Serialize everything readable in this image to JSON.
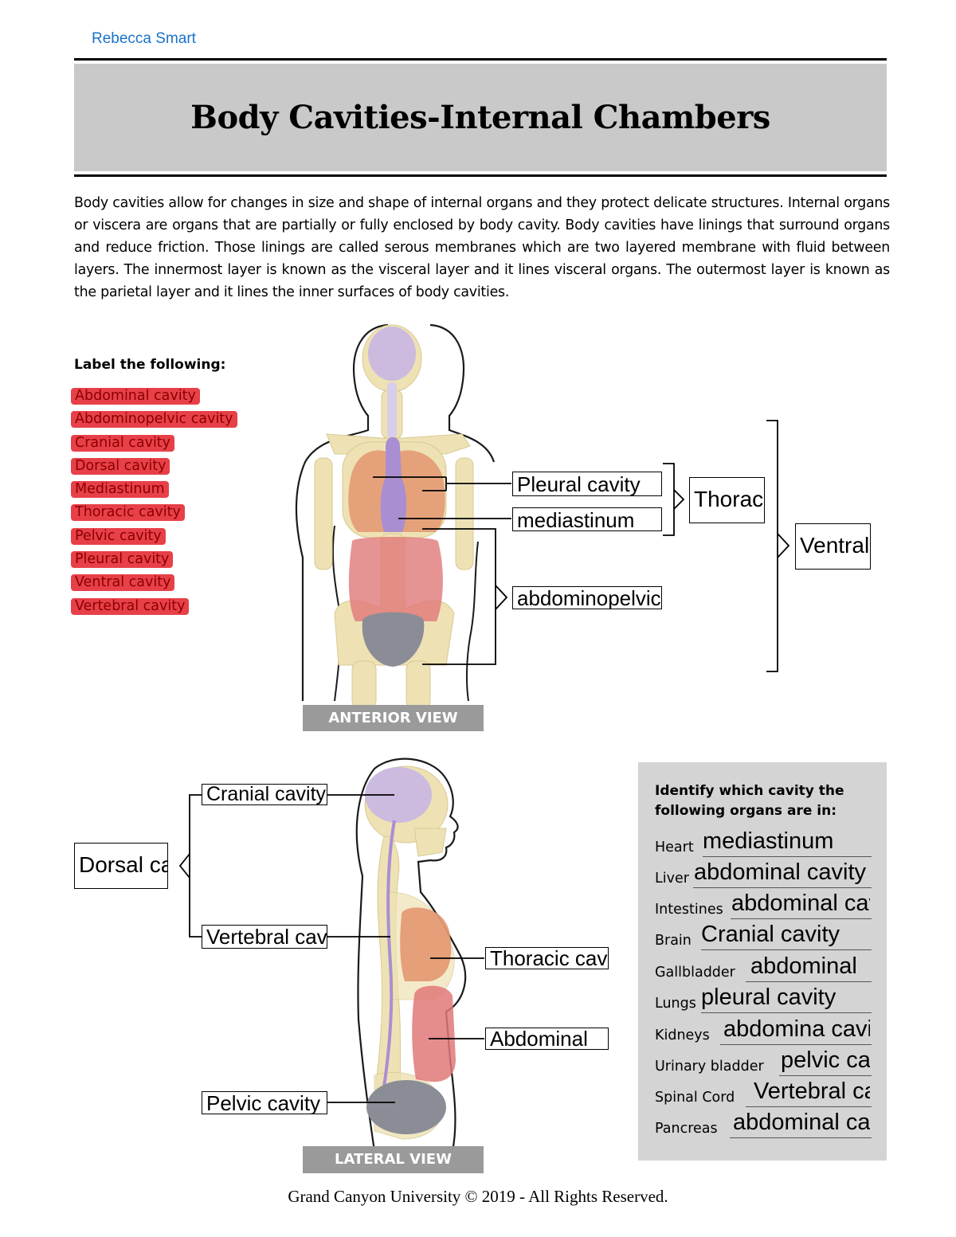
{
  "header": {
    "author": "Rebecca Smart",
    "title": "Body Cavities-Internal Chambers"
  },
  "intro": "Body cavities allow for changes in size and shape of internal organs and they protect delicate structures. Internal organs or viscera are organs that are partially or fully enclosed by body cavity. Body cavities have linings that surround organs and reduce friction. Those linings are called serous membranes which are two layered membrane with fluid between layers. The innermost layer is known as the visceral layer and it lines visceral organs. The outermost layer is known as the parietal layer and it lines the inner surfaces of body cavities.",
  "label_section": {
    "heading": "Label the following:",
    "items": [
      "Abdominal cavity",
      "Abdominopelvic cavity",
      "Cranial cavity",
      "Dorsal cavity",
      "Mediastinum",
      "Thoracic cavity",
      "Pelvic cavity",
      "Pleural cavity",
      "Ventral cavity",
      "Vertebral cavity"
    ]
  },
  "anterior": {
    "view_label": "ANTERIOR VIEW",
    "pleural": "Pleural cavity",
    "mediastinum": "mediastinum",
    "thoracic": "Thoracic",
    "abdominopelvic": "abdominopelvic",
    "ventral": "Ventral"
  },
  "lateral": {
    "view_label": "LATERAL VIEW",
    "cranial": "Cranial cavity",
    "vertebral": "Vertebral cavity",
    "dorsal": "Dorsal cavity",
    "thoracic": "Thoracic cavity",
    "abdominal": "Abdominal",
    "pelvic": "Pelvic cavity"
  },
  "organ_panel": {
    "heading": "Identify which cavity the following organs are in:",
    "rows": [
      {
        "organ": "Heart",
        "answer": "mediastinum"
      },
      {
        "organ": "Liver",
        "answer": "abdominal cavity"
      },
      {
        "organ": "Intestines",
        "answer": "abdominal cavity"
      },
      {
        "organ": "Brain",
        "answer": "Cranial cavity"
      },
      {
        "organ": "Gallbladder",
        "answer": "abdominal"
      },
      {
        "organ": "Lungs",
        "answer": "pleural cavity"
      },
      {
        "organ": "Kidneys",
        "answer": "abdomina cavity"
      },
      {
        "organ": "Urinary bladder",
        "answer": "pelvic cavity"
      },
      {
        "organ": "Spinal Cord",
        "answer": "Vertebral cavity"
      },
      {
        "organ": "Pancreas",
        "answer": "abdominal cavity"
      }
    ]
  },
  "colors": {
    "highlight": "#e84048",
    "author": "#1a73c9",
    "panel": "#d4d4d4",
    "title_band": "#c9c9c9",
    "cranial": "#c9b8e2",
    "lungs": "#e39770",
    "abdominal": "#e07878",
    "pelvic": "#8b8d96",
    "bone": "#eee2b4"
  },
  "footer": "Grand Canyon University © 2019 - All Rights Reserved."
}
